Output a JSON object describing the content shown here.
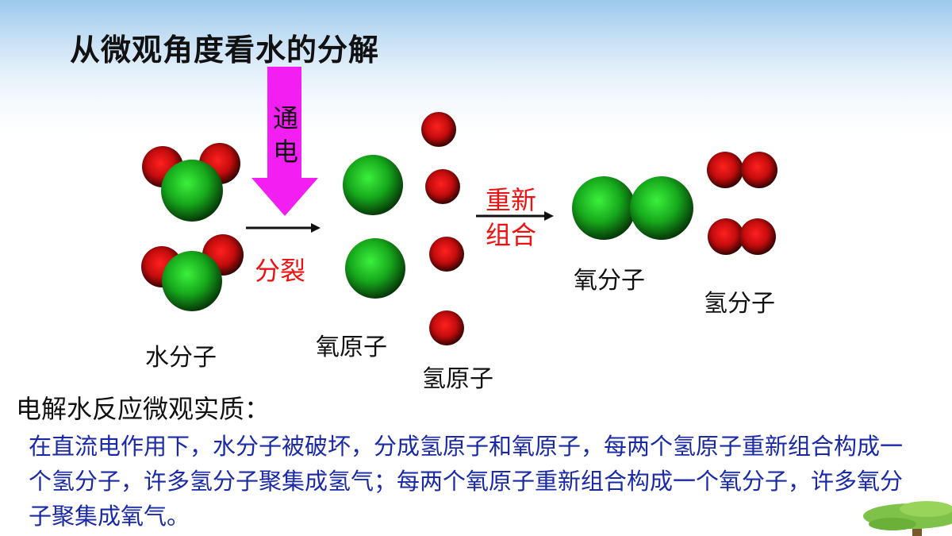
{
  "title": "从微观角度看水的分解",
  "energized_label": "通电",
  "split_label": "分裂",
  "recombine_label": "重新组合",
  "labels": {
    "water_molecule": "水分子",
    "oxygen_atom": "氧原子",
    "hydrogen_atom": "氢原子",
    "oxygen_molecule": "氧分子",
    "hydrogen_molecule": "氢分子"
  },
  "essence_heading": "电解水反应微观实质：",
  "essence_text": "在直流电作用下，水分子被破坏，分成氢原子和氧原子，每两个氢原子重新组合构成一个氢分子，许多氢分子聚集成氢气；每两个氧原子重新组合构成一个氧分子，许多氧分子聚集成氧气。",
  "colors": {
    "oxygen": "#19a31f",
    "hydrogen": "#d40f0f",
    "arrow_magenta": "#f21ef2",
    "red_text": "#e11111",
    "blue_text": "#1a2aa6"
  }
}
